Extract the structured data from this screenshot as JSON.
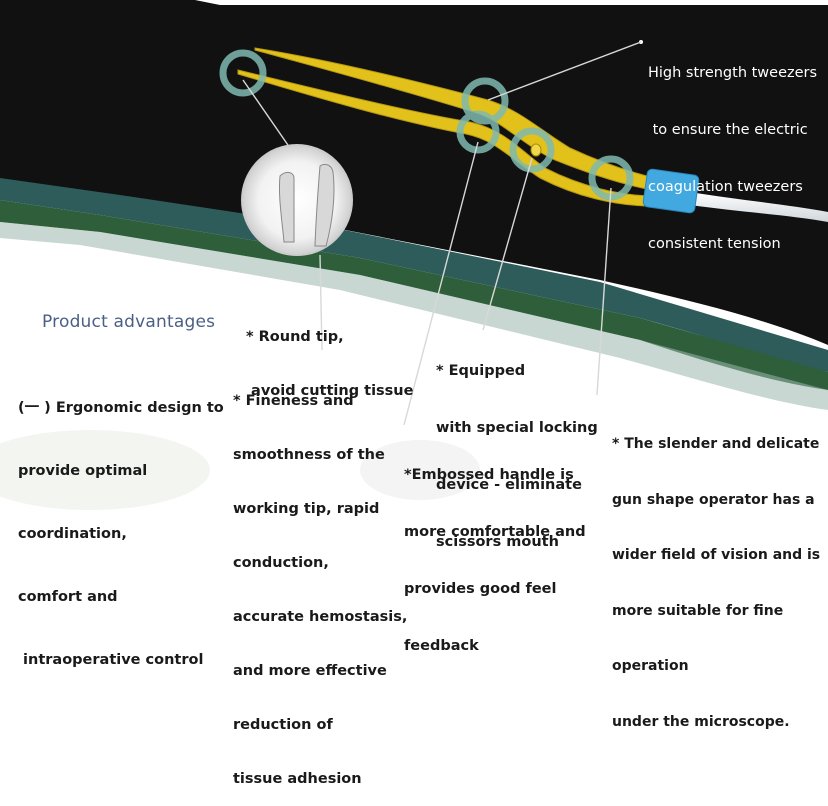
{
  "colors": {
    "fabric": "#111111",
    "teal_band": "#2e5c5a",
    "green_band": "#2e5f3a",
    "tweezer_yellow": "#e2c21a",
    "connector_blue": "#41a9e0",
    "heading_blue": "#4a5f86",
    "marker_ring": "#7fb9b0"
  },
  "top_callout": {
    "lines": [
      "High strength tweezers",
      " to ensure the electric",
      "coagulation tweezers",
      "consistent tension"
    ]
  },
  "heading": "Product advantages",
  "features": {
    "round_tip": [
      "* Round tip,",
      " avoid cutting tissue"
    ],
    "ergonomic": [
      "(一 ) Ergonomic design to",
      "provide optimal",
      "coordination,",
      "comfort and",
      " intraoperative control"
    ],
    "fineness": [
      "* Fineness and",
      "smoothness of the",
      "working tip, rapid",
      "conduction,",
      "accurate hemostasis,",
      "and more effective",
      "reduction of",
      "tissue adhesion"
    ],
    "locking": [
      "* Equipped",
      "with special locking",
      "device - eliminate",
      "scissors mouth"
    ],
    "handle": [
      "*Embossed handle is",
      "more comfortable and",
      "provides good feel",
      "feedback"
    ],
    "gun_shape": [
      "* The slender and delicate",
      "gun shape operator has a",
      "wider field of vision and is",
      "more suitable for fine",
      "operation",
      "under the microscope."
    ]
  }
}
